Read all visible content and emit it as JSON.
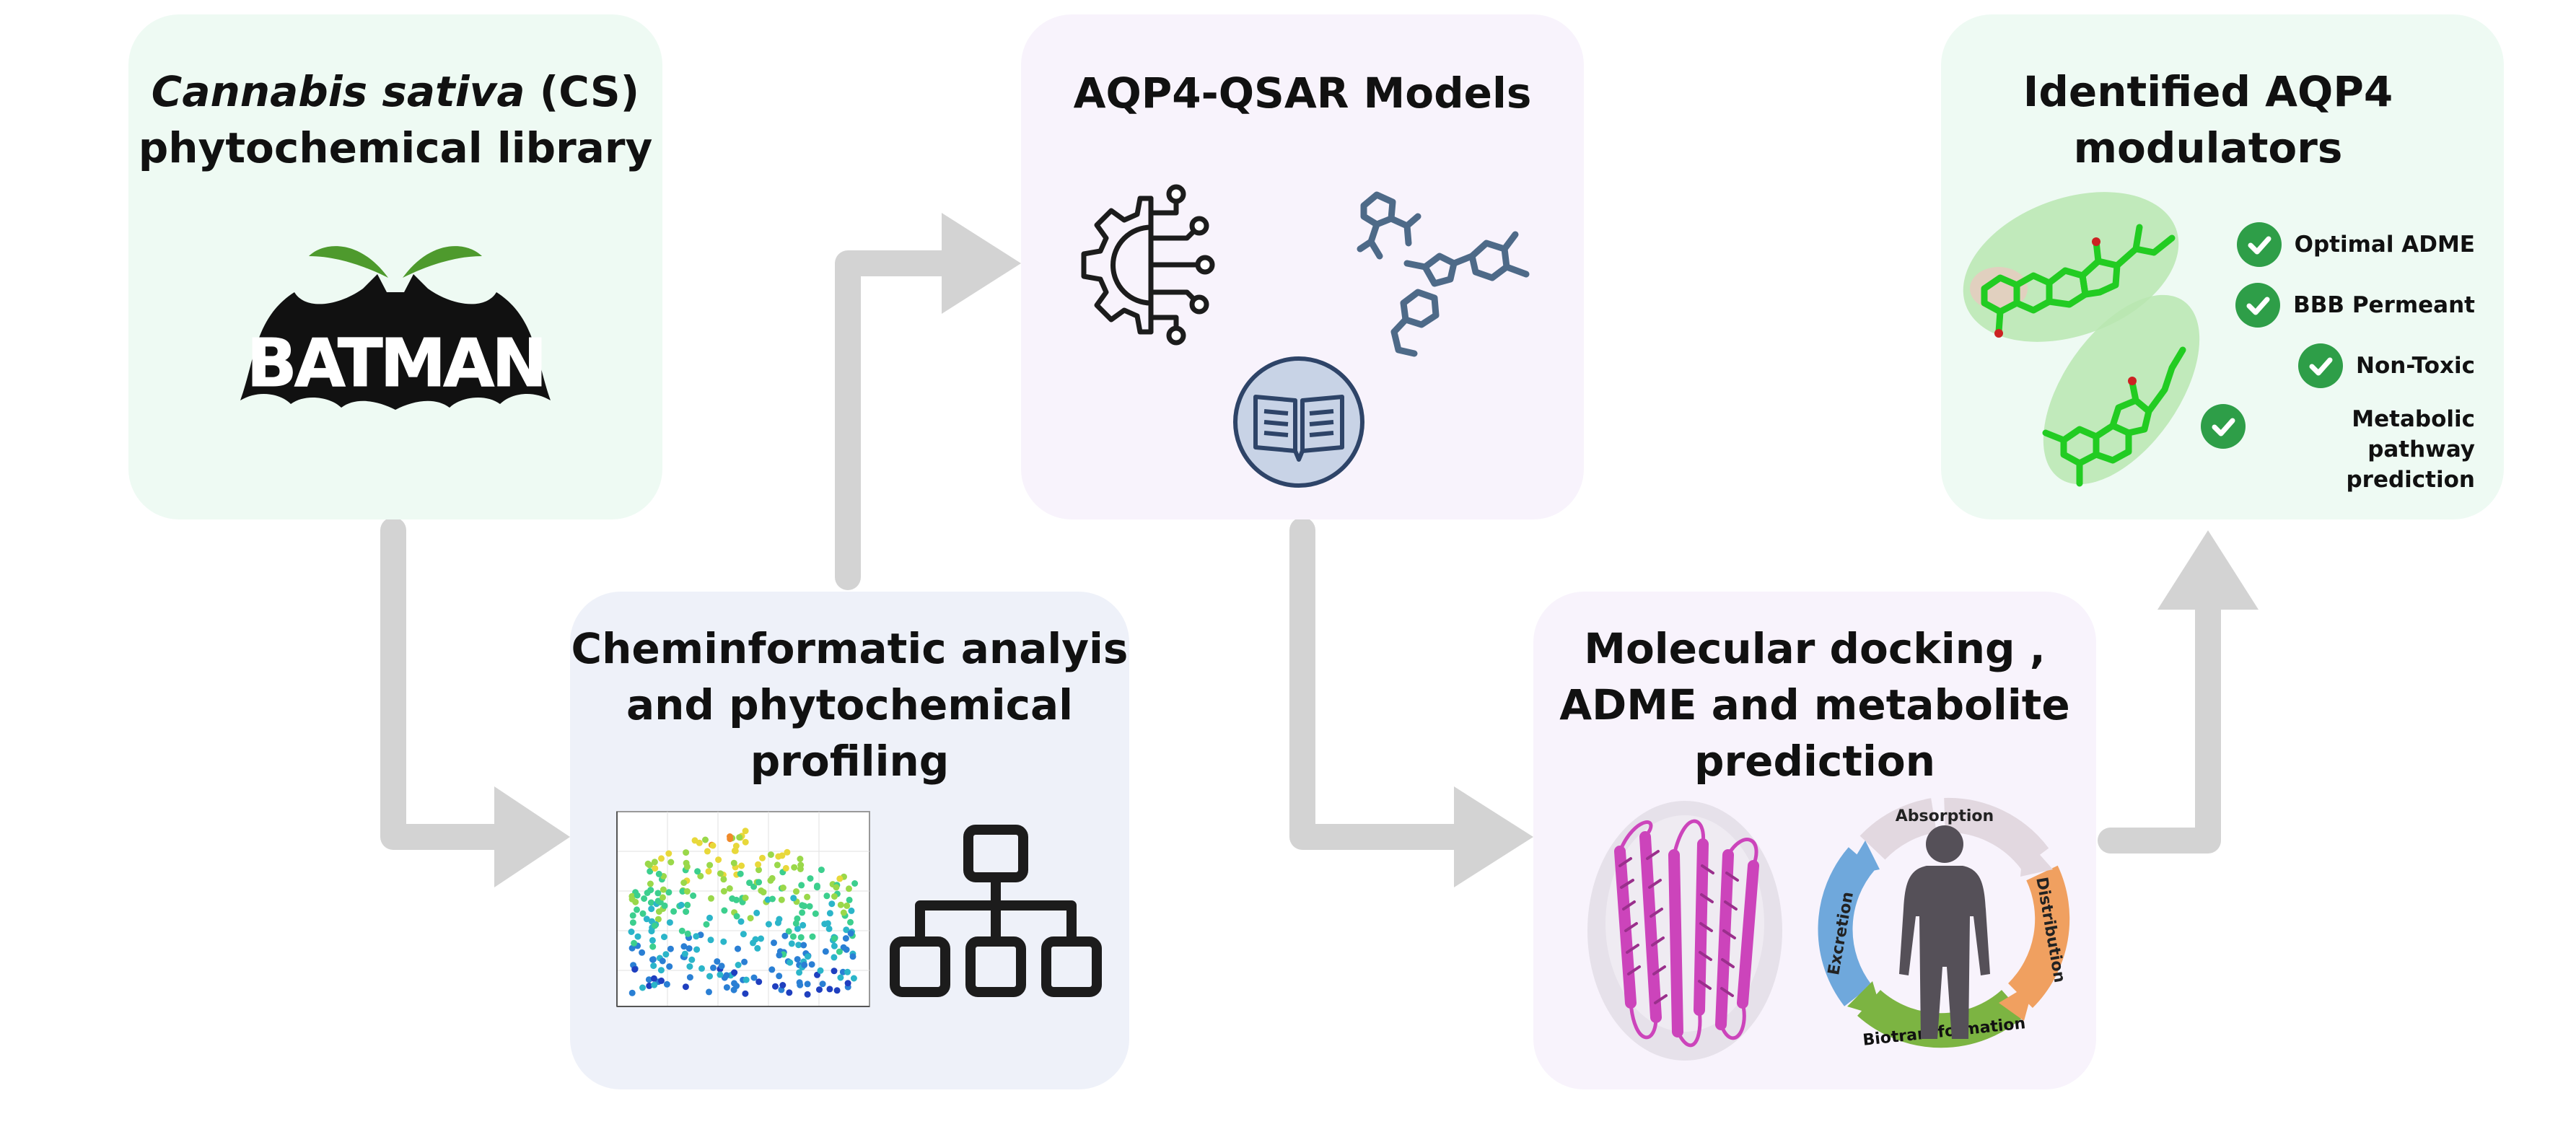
{
  "cards": {
    "library": {
      "title_italic": "Cannabis sativa",
      "title_rest": " (CS)",
      "title_line2": "phytochemical library",
      "logo_text": "BATMAN",
      "bg": "#eefaf3"
    },
    "chem": {
      "title_lines": [
        "Cheminformatic analyis",
        "and phytochemical",
        "profiling"
      ],
      "bg": "#eef1f9"
    },
    "qsar": {
      "title": "AQP4-QSAR Models",
      "bg": "#f8f3fc"
    },
    "docking": {
      "title_lines": [
        "Molecular docking ,",
        "ADME and metabolite",
        "prediction"
      ],
      "adme_labels": [
        "Absorption",
        "Distribution",
        "Biotransformation",
        "Excretion"
      ],
      "bg": "#f8f3fc"
    },
    "modulators": {
      "title_lines": [
        "Identified AQP4",
        "modulators"
      ],
      "checks": [
        "Optimal ADME",
        "BBB Permeant",
        "Non-Toxic",
        "Metabolic pathway prediction"
      ],
      "bg": "#eefaf3"
    }
  },
  "colors": {
    "arrow": "#d3d3d3",
    "check": "#2e9e48",
    "molecule_green": "#22cc22",
    "protein": "#cc44bb"
  }
}
